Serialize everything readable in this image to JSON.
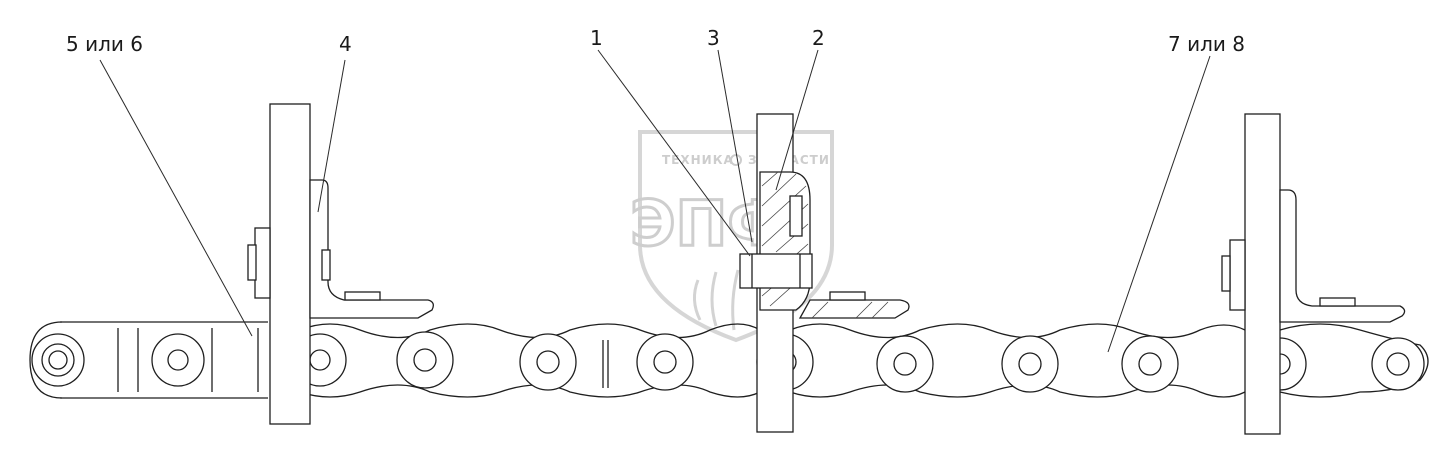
{
  "diagram": {
    "callouts": [
      {
        "id": "c56",
        "text": "5 или 6"
      },
      {
        "id": "c4",
        "text": "4"
      },
      {
        "id": "c1",
        "text": "1"
      },
      {
        "id": "c3",
        "text": "3"
      },
      {
        "id": "c2",
        "text": "2"
      },
      {
        "id": "c78",
        "text": "7 или 8"
      }
    ],
    "watermark": {
      "line1_left": "ТЕХНИКА",
      "line1_right": "ЗАПЧАСТИ",
      "letters": "ЭПФ"
    },
    "colors": {
      "line": "#1f1f1f",
      "watermark": "#c8c8c8",
      "background": "#ffffff"
    }
  }
}
